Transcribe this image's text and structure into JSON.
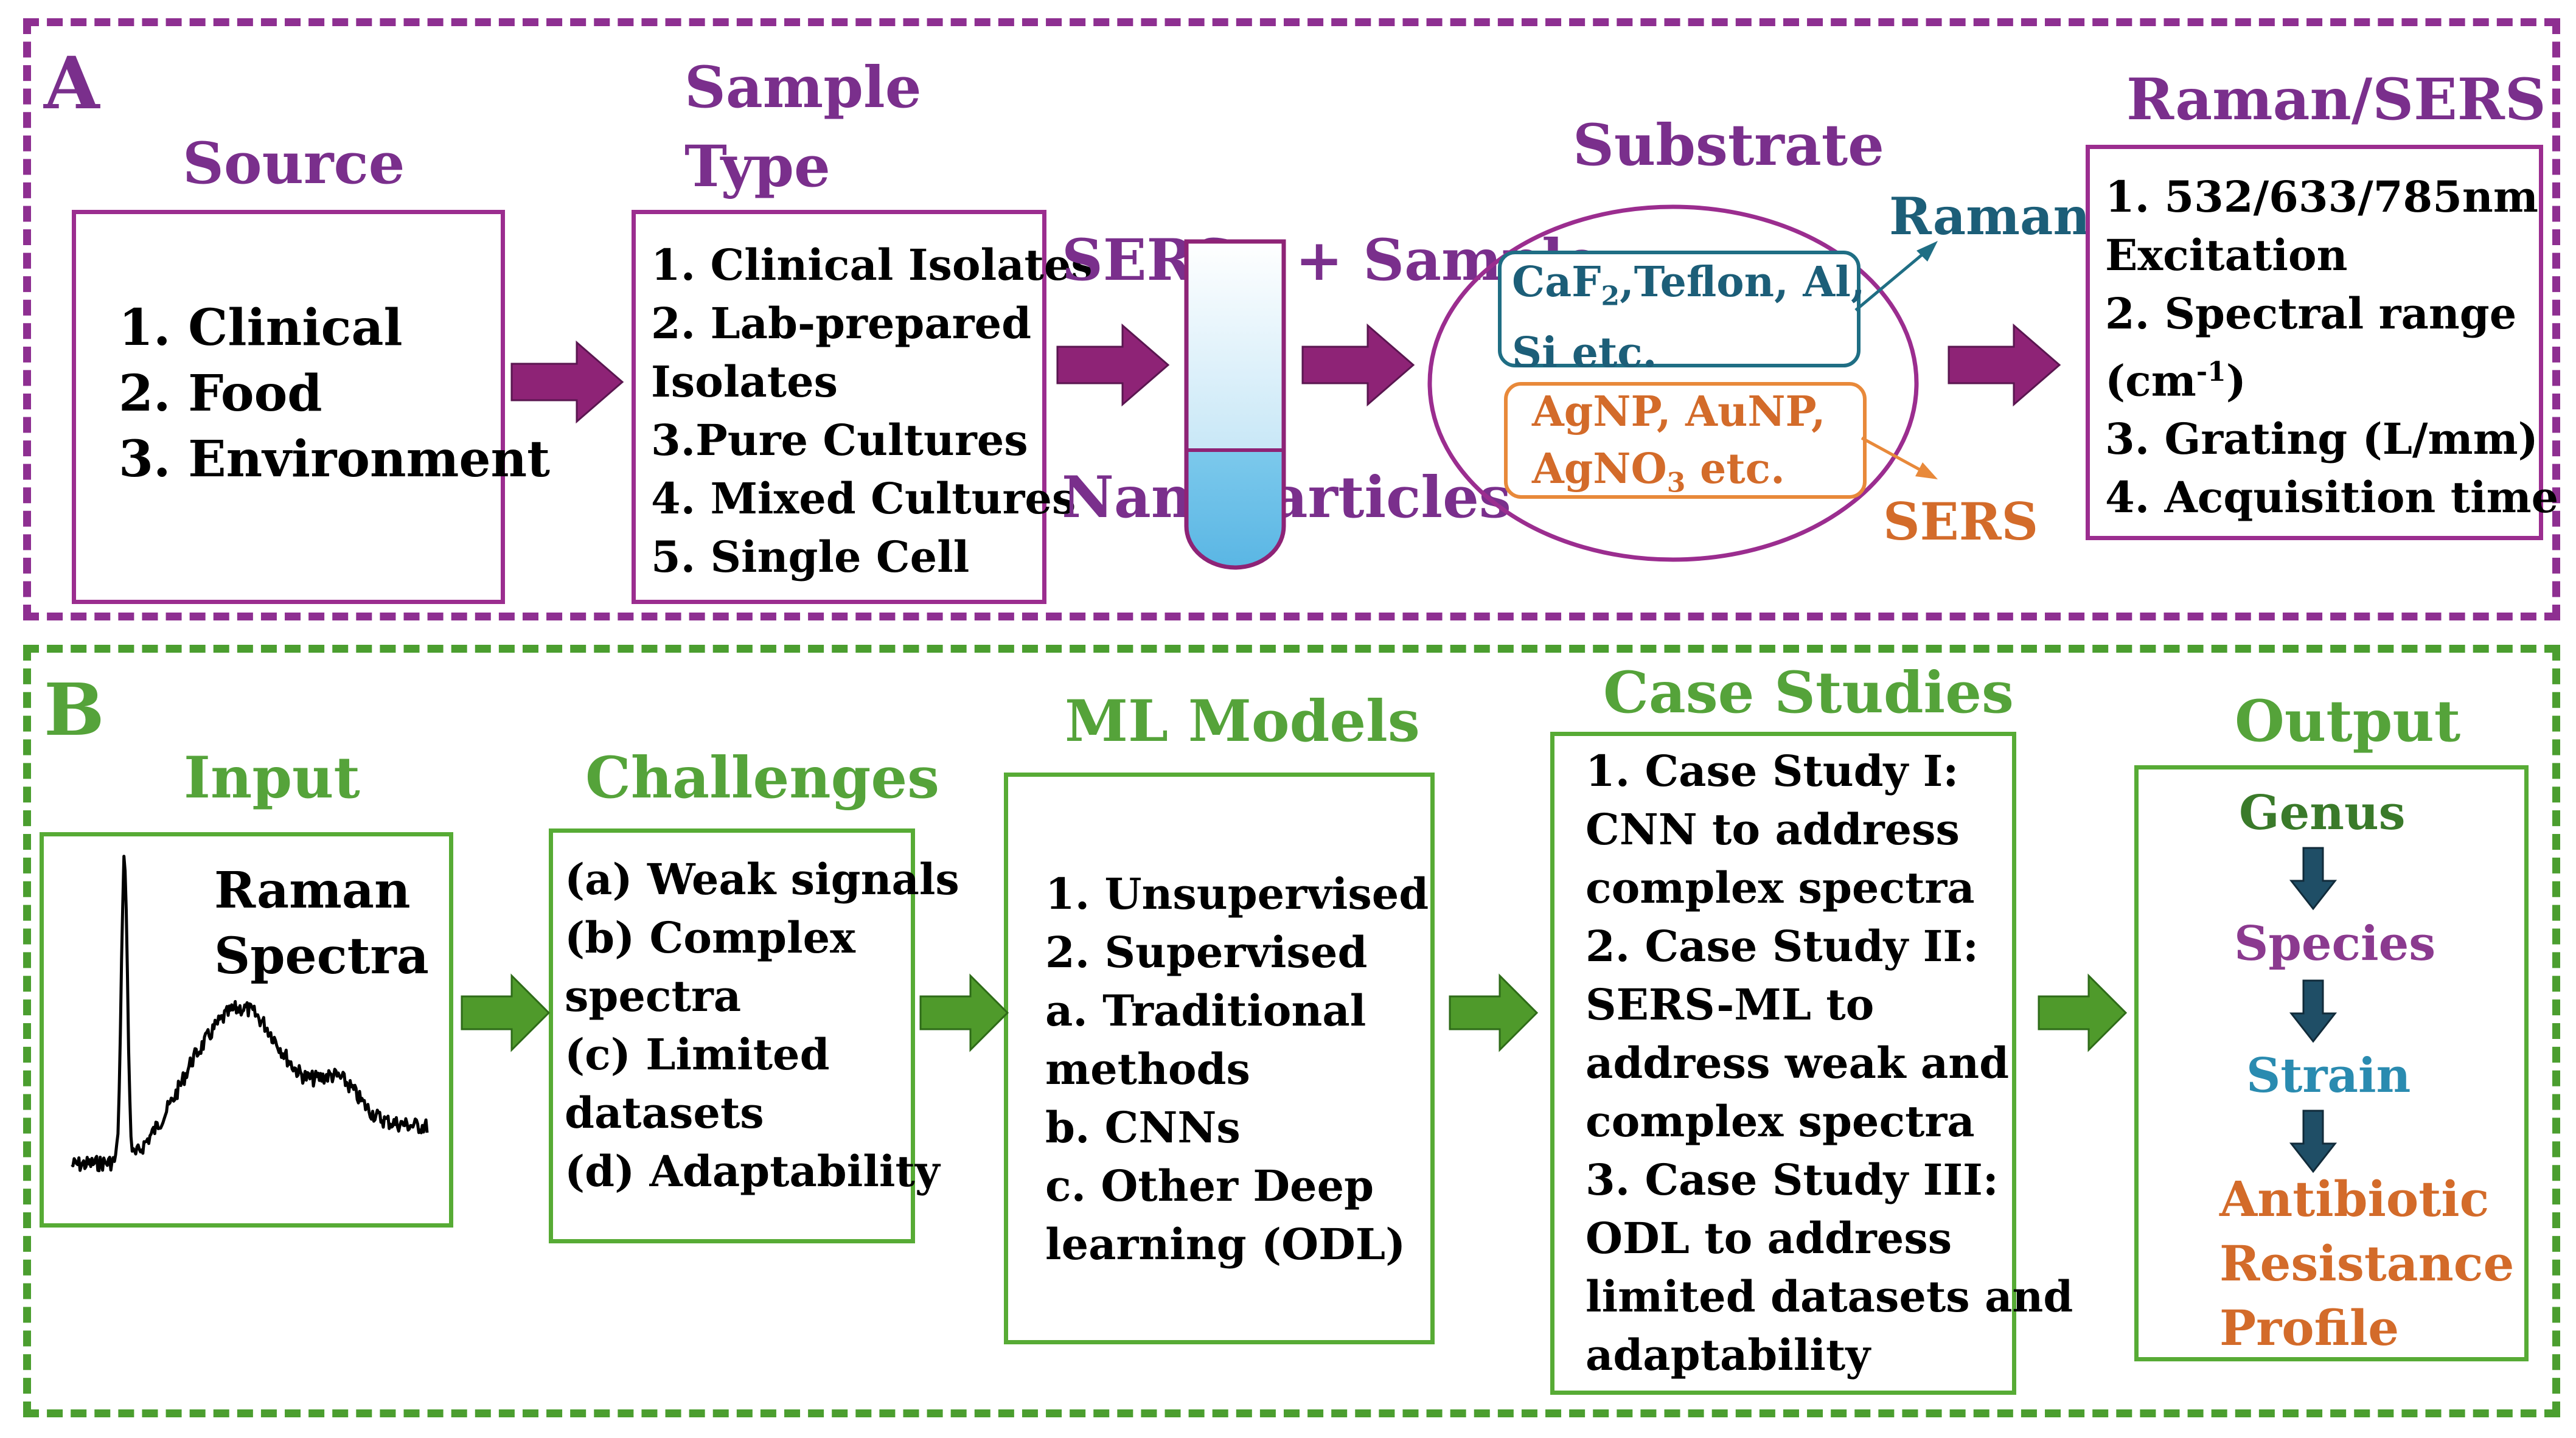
{
  "panel_a": {
    "letter": "A",
    "source": {
      "title": "Source",
      "items": [
        "1. Clinical",
        "2. Food",
        "3. Environment"
      ]
    },
    "sample_type": {
      "title_lines": [
        "Sample",
        "Type"
      ],
      "items": [
        "1. Clinical Isolates",
        "2. Lab-prepared",
        "Isolates",
        "3.Pure Cultures",
        "4. Mixed Cultures",
        "5. Single Cell"
      ]
    },
    "nanoparticles": {
      "line1": "SERS   + Sample",
      "line2": "Nanoparticles"
    },
    "substrate": {
      "title": "Substrate",
      "raman_label": "Raman",
      "sers_label": "SERS",
      "raman_box": {
        "line1_pre": "CaF",
        "line1_sub": "2",
        "line1_post": ",Teflon,  Al,",
        "line2": "Si etc."
      },
      "sers_box": {
        "line1": "AgNP, AuNP,",
        "line2_pre": "AgNO",
        "line2_sub": "3",
        "line2_post": " etc."
      }
    },
    "raman_sers": {
      "title": "Raman/SERS",
      "line1": "1. 532/633/785nm",
      "line2": "Excitation",
      "line3": "2. Spectral range",
      "line4_pre": "(cm",
      "line4_sup": "-1",
      "line4_post": ")",
      "line5": "3. Grating (L/mm)",
      "line6": "4. Acquisition time"
    }
  },
  "panel_b": {
    "letter": "B",
    "input": {
      "title": "Input",
      "spectra_line1": "Raman",
      "spectra_line2": "Spectra"
    },
    "challenges": {
      "title": "Challenges",
      "items": [
        "(a) Weak signals",
        "(b) Complex",
        "spectra",
        "(c) Limited",
        "datasets",
        "(d) Adaptability"
      ]
    },
    "ml_models": {
      "title": "ML Models",
      "items": [
        "1. Unsupervised",
        "2. Supervised",
        "a. Traditional",
        "methods",
        "b. CNNs",
        "c. Other Deep",
        "learning (ODL)"
      ]
    },
    "case_studies": {
      "title": "Case Studies",
      "items": [
        "1. Case Study I:",
        "CNN to address",
        "complex spectra",
        "2. Case Study II:",
        "SERS-ML to",
        "address weak and",
        "complex spectra",
        "3. Case Study III:",
        "ODL to address",
        "limited datasets  and",
        "adaptability"
      ]
    },
    "output": {
      "title": "Output",
      "genus": "Genus",
      "species": "Species",
      "strain": "Strain",
      "resistance": [
        "Antibiotic",
        "Resistance",
        "Profile"
      ]
    }
  },
  "colors": {
    "purple": "#7a2f8c",
    "green": "#55a33a",
    "teal": "#1c5e78",
    "orange": "#d36b2a",
    "species": "#8b3a8f",
    "strain": "#2a8bb0",
    "arrow_purple": "#8e2376",
    "arrow_green": "#4f9a2b"
  }
}
